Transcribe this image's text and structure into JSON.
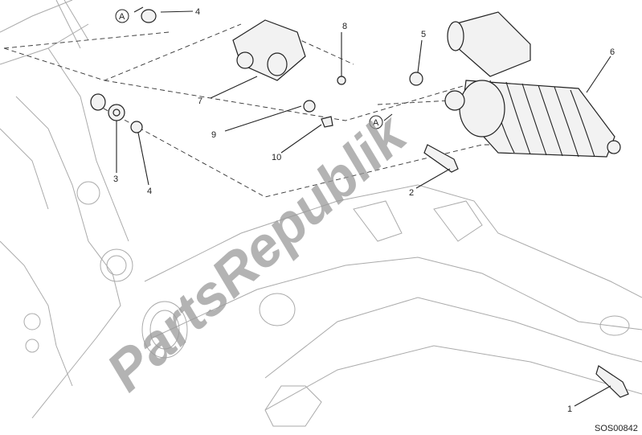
{
  "diagram": {
    "callouts": [
      {
        "number": "4"
      },
      {
        "number": "8"
      },
      {
        "number": "5"
      },
      {
        "number": "6"
      },
      {
        "number": "7"
      },
      {
        "number": "9"
      },
      {
        "number": "10"
      },
      {
        "number": "3"
      },
      {
        "number": "4"
      },
      {
        "number": "2"
      },
      {
        "number": "1"
      }
    ],
    "reference_markers": [
      "A",
      "A"
    ],
    "drawing_code": "SOS00842",
    "watermark": "PartsRepublik"
  }
}
